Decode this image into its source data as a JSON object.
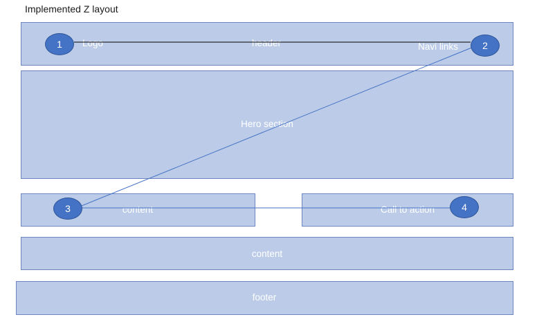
{
  "title": "Implemented Z layout",
  "boxes": {
    "header": "header",
    "hero": "Hero section",
    "content_left": "content",
    "cta": "Call to action",
    "content_wide": "content",
    "footer": "footer"
  },
  "labels": {
    "logo": "Logo",
    "navi": "Navi links"
  },
  "markers": [
    "1",
    "2",
    "3",
    "4"
  ],
  "colors": {
    "box_fill": "#bccce8",
    "box_border": "#6b86bf",
    "marker_fill": "#4472c4",
    "z_line": "#4472c4",
    "top_line": "#000000"
  }
}
